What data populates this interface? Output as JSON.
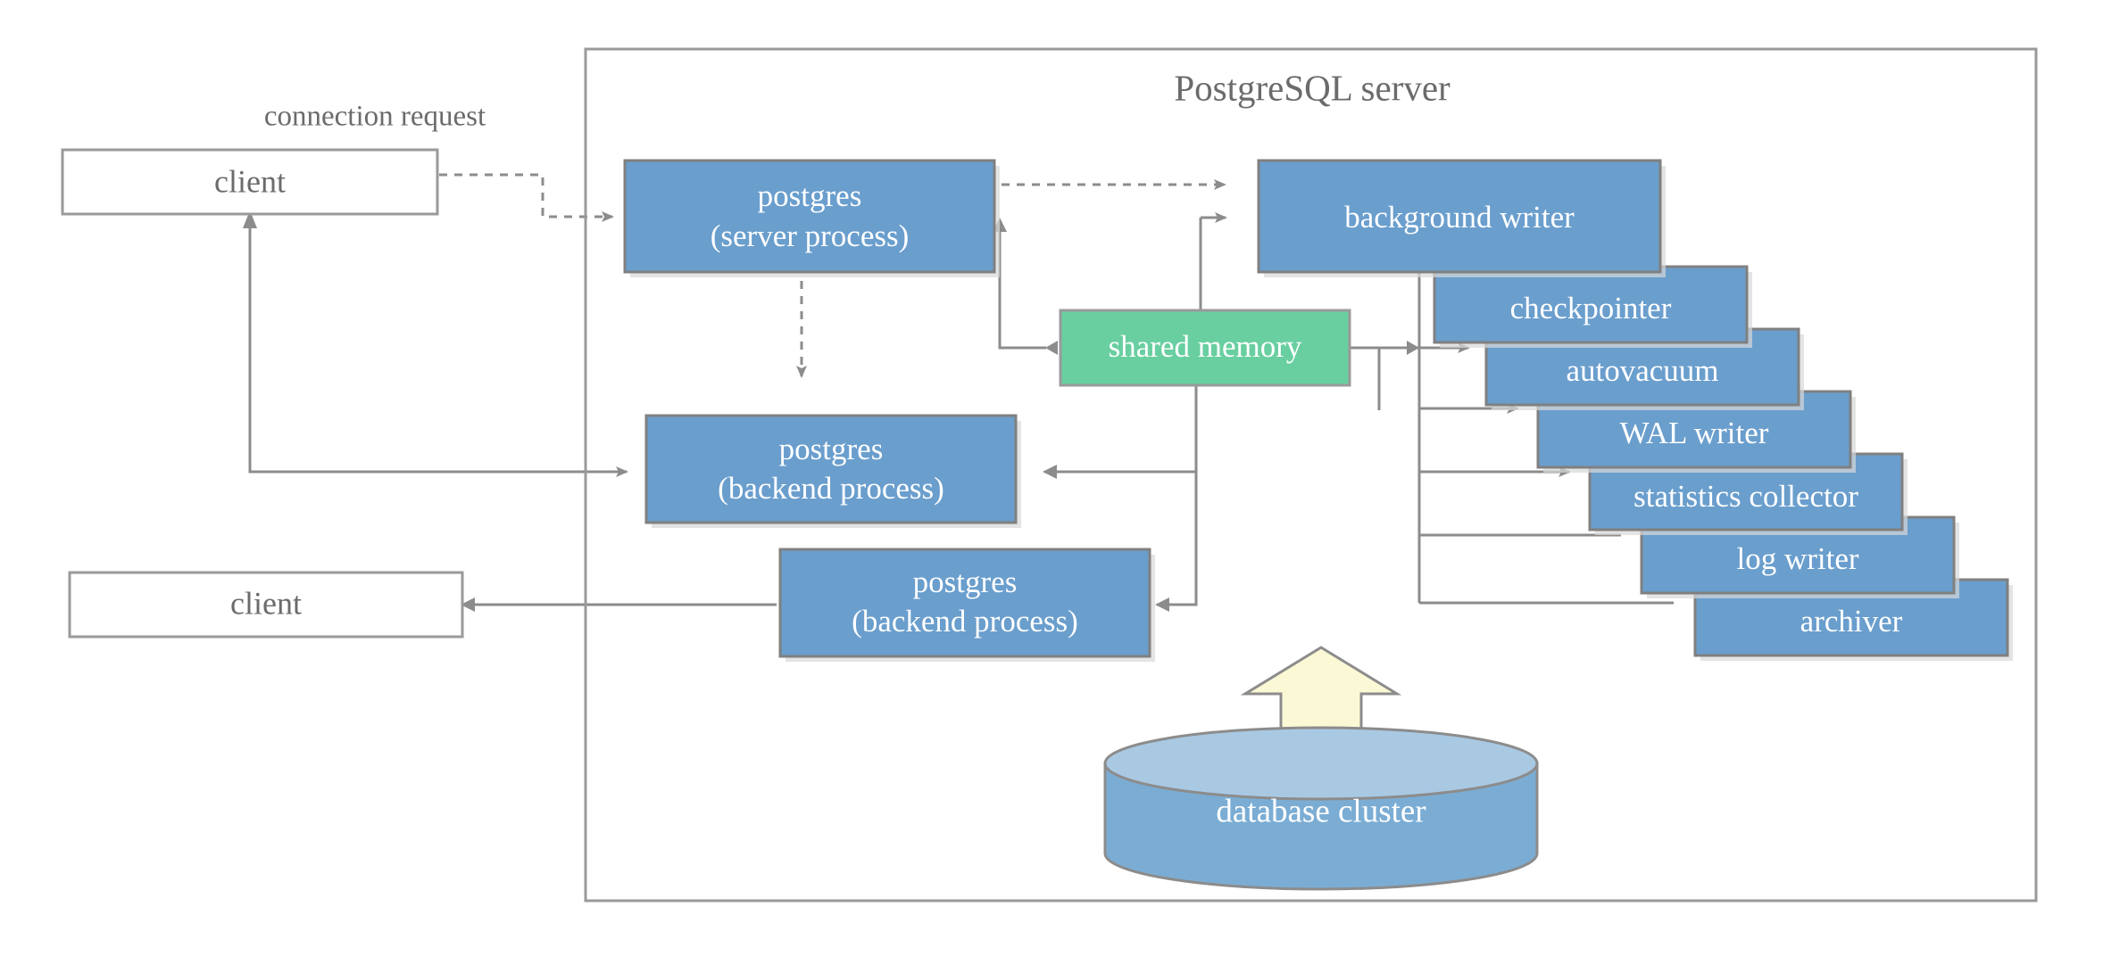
{
  "diagram": {
    "title": "PostgreSQL server",
    "connection_request_label": "connection request"
  },
  "clients": [
    {
      "label": "client"
    },
    {
      "label": "client"
    }
  ],
  "processes": {
    "server_process": {
      "line1": "postgres",
      "line2": "(server process)"
    },
    "backend_process_1": {
      "line1": "postgres",
      "line2": "(backend process)"
    },
    "backend_process_2": {
      "line1": "postgres",
      "line2": "(backend process)"
    }
  },
  "shared_memory": {
    "label": "shared memory"
  },
  "storage": {
    "label": "database cluster"
  },
  "background_processes": [
    {
      "label": "background writer"
    },
    {
      "label": "checkpointer"
    },
    {
      "label": "autovacuum"
    },
    {
      "label": "WAL writer"
    },
    {
      "label": "statistics collector"
    },
    {
      "label": "log writer"
    },
    {
      "label": "archiver"
    }
  ],
  "colors": {
    "process_fill": "#6a9ecd",
    "process_stroke": "#808080",
    "shared_memory_fill": "#69cfa0",
    "shared_memory_stroke": "#9a9a9a",
    "client_fill": "#ffffff",
    "client_stroke": "#9a9a9a",
    "frame_stroke": "#9a9a9a",
    "arrow_color": "#8c8c8c",
    "text_dark": "#6b6b6b",
    "text_light": "#ffffff",
    "cylinder_body": "#7badd4",
    "cylinder_top": "#a9c9e3",
    "io_arrow_fill": "#fbf8d5",
    "shadow": "#d9d9d9"
  }
}
